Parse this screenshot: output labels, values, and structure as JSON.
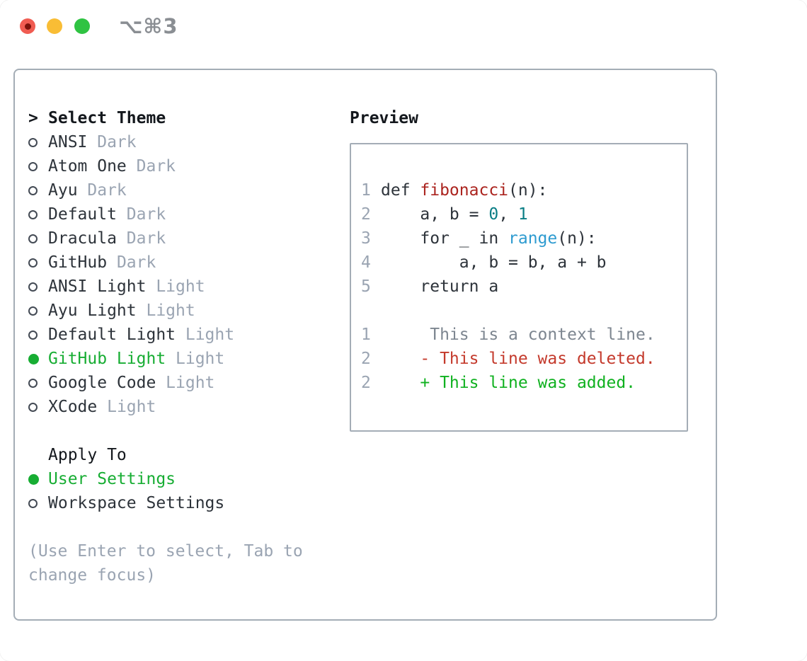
{
  "window": {
    "shortcut_label": "⌥⌘3"
  },
  "colors": {
    "selection_green": "#17ad33",
    "diff_added_green": "#10b120",
    "function_red": "#ab241f",
    "diff_deleted_red": "#c43a2c",
    "number_teal": "#0a7e85",
    "builtin_blue": "#2e9bd0",
    "text_dark": "#2d333a",
    "muted_gray": "#9aa4b2",
    "context_gray": "#7d8690",
    "panel_border": "#a4adb6"
  },
  "theme_picker": {
    "prompt": ">",
    "title": "Select Theme",
    "items": [
      {
        "name": "ANSI",
        "variant": "Dark",
        "selected": false
      },
      {
        "name": "Atom One",
        "variant": "Dark",
        "selected": false
      },
      {
        "name": "Ayu",
        "variant": "Dark",
        "selected": false
      },
      {
        "name": "Default",
        "variant": "Dark",
        "selected": false
      },
      {
        "name": "Dracula",
        "variant": "Dark",
        "selected": false
      },
      {
        "name": "GitHub",
        "variant": "Dark",
        "selected": false
      },
      {
        "name": "ANSI Light",
        "variant": "Light",
        "selected": false
      },
      {
        "name": "Ayu Light",
        "variant": "Light",
        "selected": false
      },
      {
        "name": "Default Light",
        "variant": "Light",
        "selected": false
      },
      {
        "name": "GitHub Light",
        "variant": "Light",
        "selected": true
      },
      {
        "name": "Google Code",
        "variant": "Light",
        "selected": false
      },
      {
        "name": "XCode",
        "variant": "Light",
        "selected": false
      }
    ],
    "apply_to": {
      "title": "Apply To",
      "options": [
        {
          "label": "User Settings",
          "selected": true
        },
        {
          "label": "Workspace Settings",
          "selected": false
        }
      ]
    },
    "hint_line1": "(Use Enter to select, Tab to",
    "hint_line2": "change focus)"
  },
  "preview": {
    "title": "Preview",
    "code_lines": [
      {
        "num": "1",
        "segments": [
          {
            "t": "def ",
            "c": "code"
          },
          {
            "t": "fibonacci",
            "c": "func"
          },
          {
            "t": "(n):",
            "c": "code"
          }
        ]
      },
      {
        "num": "2",
        "segments": [
          {
            "t": "    a, b = ",
            "c": "code"
          },
          {
            "t": "0",
            "c": "lit"
          },
          {
            "t": ", ",
            "c": "code"
          },
          {
            "t": "1",
            "c": "lit"
          }
        ]
      },
      {
        "num": "3",
        "segments": [
          {
            "t": "    for _ in ",
            "c": "code"
          },
          {
            "t": "range",
            "c": "blt"
          },
          {
            "t": "(n):",
            "c": "code"
          }
        ]
      },
      {
        "num": "4",
        "segments": [
          {
            "t": "        a, b = b, a + b",
            "c": "code"
          }
        ]
      },
      {
        "num": "5",
        "segments": [
          {
            "t": "    return a",
            "c": "code"
          }
        ]
      },
      {
        "num": "",
        "segments": []
      },
      {
        "num": "1",
        "segments": [
          {
            "t": "     This is a context line.",
            "c": "ctx"
          }
        ]
      },
      {
        "num": "2",
        "segments": [
          {
            "t": "    - This line was deleted.",
            "c": "del"
          }
        ]
      },
      {
        "num": "2",
        "segments": [
          {
            "t": "    + This line was added.",
            "c": "add"
          }
        ]
      }
    ]
  }
}
